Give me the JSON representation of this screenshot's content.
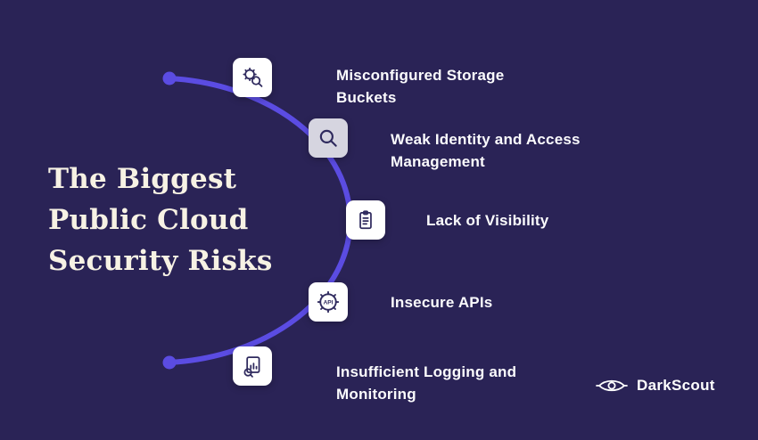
{
  "colors": {
    "background": "#2a2356",
    "accent": "#5b4ce2",
    "title_text": "#f7f2e4",
    "label_text": "#fbfbfd",
    "tile_default": "#ffffff",
    "tile_muted": "#d6d5e0",
    "icon_stroke": "#2f2a5e"
  },
  "title": {
    "lines": [
      "The Biggest",
      "Public Cloud",
      "Security Risks"
    ]
  },
  "risks": [
    {
      "label": "Misconfigured Storage Buckets",
      "icon": "storage-misconfig-icon"
    },
    {
      "label": "Weak Identity and Access Management",
      "icon": "search-icon"
    },
    {
      "label": "Lack of Visibility",
      "icon": "clipboard-checklist-icon"
    },
    {
      "label": "Insecure APIs",
      "icon": "api-gear-icon",
      "icon_text": "API"
    },
    {
      "label": "Insufficient Logging and Monitoring",
      "icon": "log-report-icon"
    }
  ],
  "brand": {
    "name": "DarkScout"
  }
}
